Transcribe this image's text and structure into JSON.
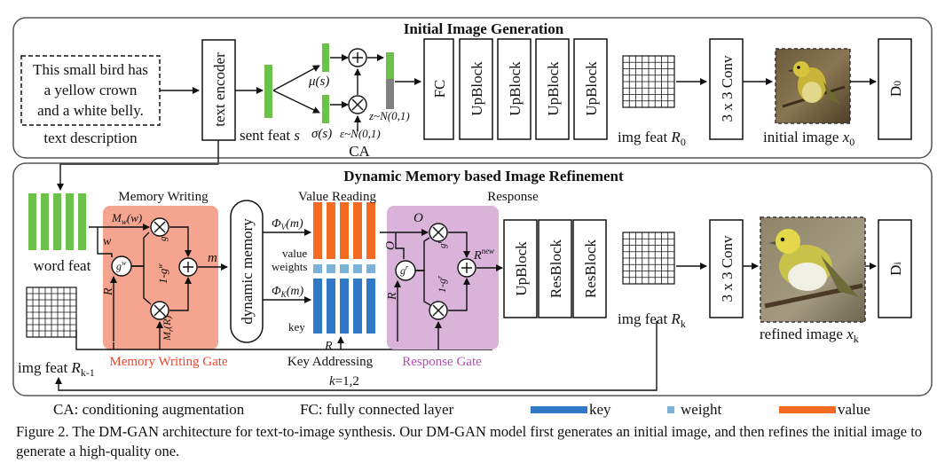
{
  "stage1": {
    "title": "Initial Image Generation",
    "text_input": [
      "This small bird has",
      "a yellow crown",
      "and a white belly."
    ],
    "text_description_label": "text description",
    "text_encoder_label": "text encoder",
    "sent_feat_label": "sent feat",
    "sent_feat_symbol": "s",
    "mu_label": "μ(s)",
    "sigma_label": "σ(s)",
    "epsilon_label": "ε~N(0,1)",
    "z_label": "z~N(0,1)",
    "ca_label": "CA",
    "fc_label": "FC",
    "upblocks": [
      "UpBlock",
      "UpBlock",
      "UpBlock",
      "UpBlock"
    ],
    "img_feat_label": "img feat",
    "img_feat_symbol": "R",
    "img_feat_sub": "0",
    "conv_label": "3 x 3 Conv",
    "initial_image_label": "initial image",
    "initial_image_symbol": "x",
    "initial_image_sub": "0",
    "discriminator_label": "D",
    "discriminator_sub": "0"
  },
  "stage2": {
    "title": "Dynamic Memory based Image Refinement",
    "word_feat_label": "word feat",
    "memory_writing_label": "Memory Writing",
    "mw_label": "M",
    "mw_sub": "w",
    "mw_arg": "(w)",
    "mr_label": "M",
    "mr_sub": "r",
    "mr_arg": "(R)",
    "w_symbol": "w",
    "r_symbol": "R",
    "gw_label": "g",
    "gw_sup": "w",
    "one_minus_gw_label": "1-g",
    "m_symbol": "m",
    "memory_writing_gate_label": "Memory Writing Gate",
    "dynamic_memory_label": "dynamic memory",
    "value_reading_label": "Value Reading",
    "phi_v_label": "Φ",
    "phi_v_sub": "V",
    "phi_v_arg": "(m)",
    "value_label": "value",
    "weights_label": "weights",
    "phi_k_label": "Φ",
    "phi_k_sub": "K",
    "phi_k_arg": "(m)",
    "key_label": "key",
    "r_approx_label": "R",
    "key_addressing_label": "Key Addressing",
    "k_range_label": "k=1,2",
    "response_label": "Response",
    "o_symbol": "O",
    "gr_label": "g",
    "gr_sup": "r",
    "rnew_label": "R",
    "rnew_sup": "new",
    "response_gate_label": "Response Gate",
    "blocks": [
      "UpBlock",
      "ResBlock",
      "ResBlock"
    ],
    "img_feat_k_label": "img feat",
    "img_feat_k_symbol": "R",
    "img_feat_k_sub": "k",
    "img_feat_prev_label": "img feat",
    "img_feat_prev_symbol": "R",
    "img_feat_prev_sub": "k-1",
    "conv_label": "3 x 3 Conv",
    "refined_image_label": "refined image",
    "refined_image_symbol": "x",
    "refined_image_sub": "k",
    "discriminator_label": "D",
    "discriminator_sub": "i"
  },
  "legend": {
    "ca_text": "CA: conditioning augmentation",
    "fc_text": "FC: fully connected layer",
    "items": [
      {
        "label": "key",
        "color": "#2f79c6"
      },
      {
        "label": "weight",
        "color": "#7bb3d8"
      },
      {
        "label": "value",
        "color": "#f26b21"
      }
    ]
  },
  "caption": "Figure 2. The DM-GAN architecture for text-to-image synthesis. Our DM-GAN model first generates an initial image, and then refines the initial image to generate a high-quality one.",
  "colors": {
    "green": "#6cc14a",
    "gray_bar": "#808080",
    "memory_gate_fill": "#f4a48f",
    "response_gate_fill": "#d9b3d9",
    "key_blue": "#2f79c6",
    "weight_blue": "#7bb3d8",
    "value_orange": "#f26b21",
    "memory_gate_text": "#e8452b",
    "response_gate_text": "#b14fb1"
  }
}
